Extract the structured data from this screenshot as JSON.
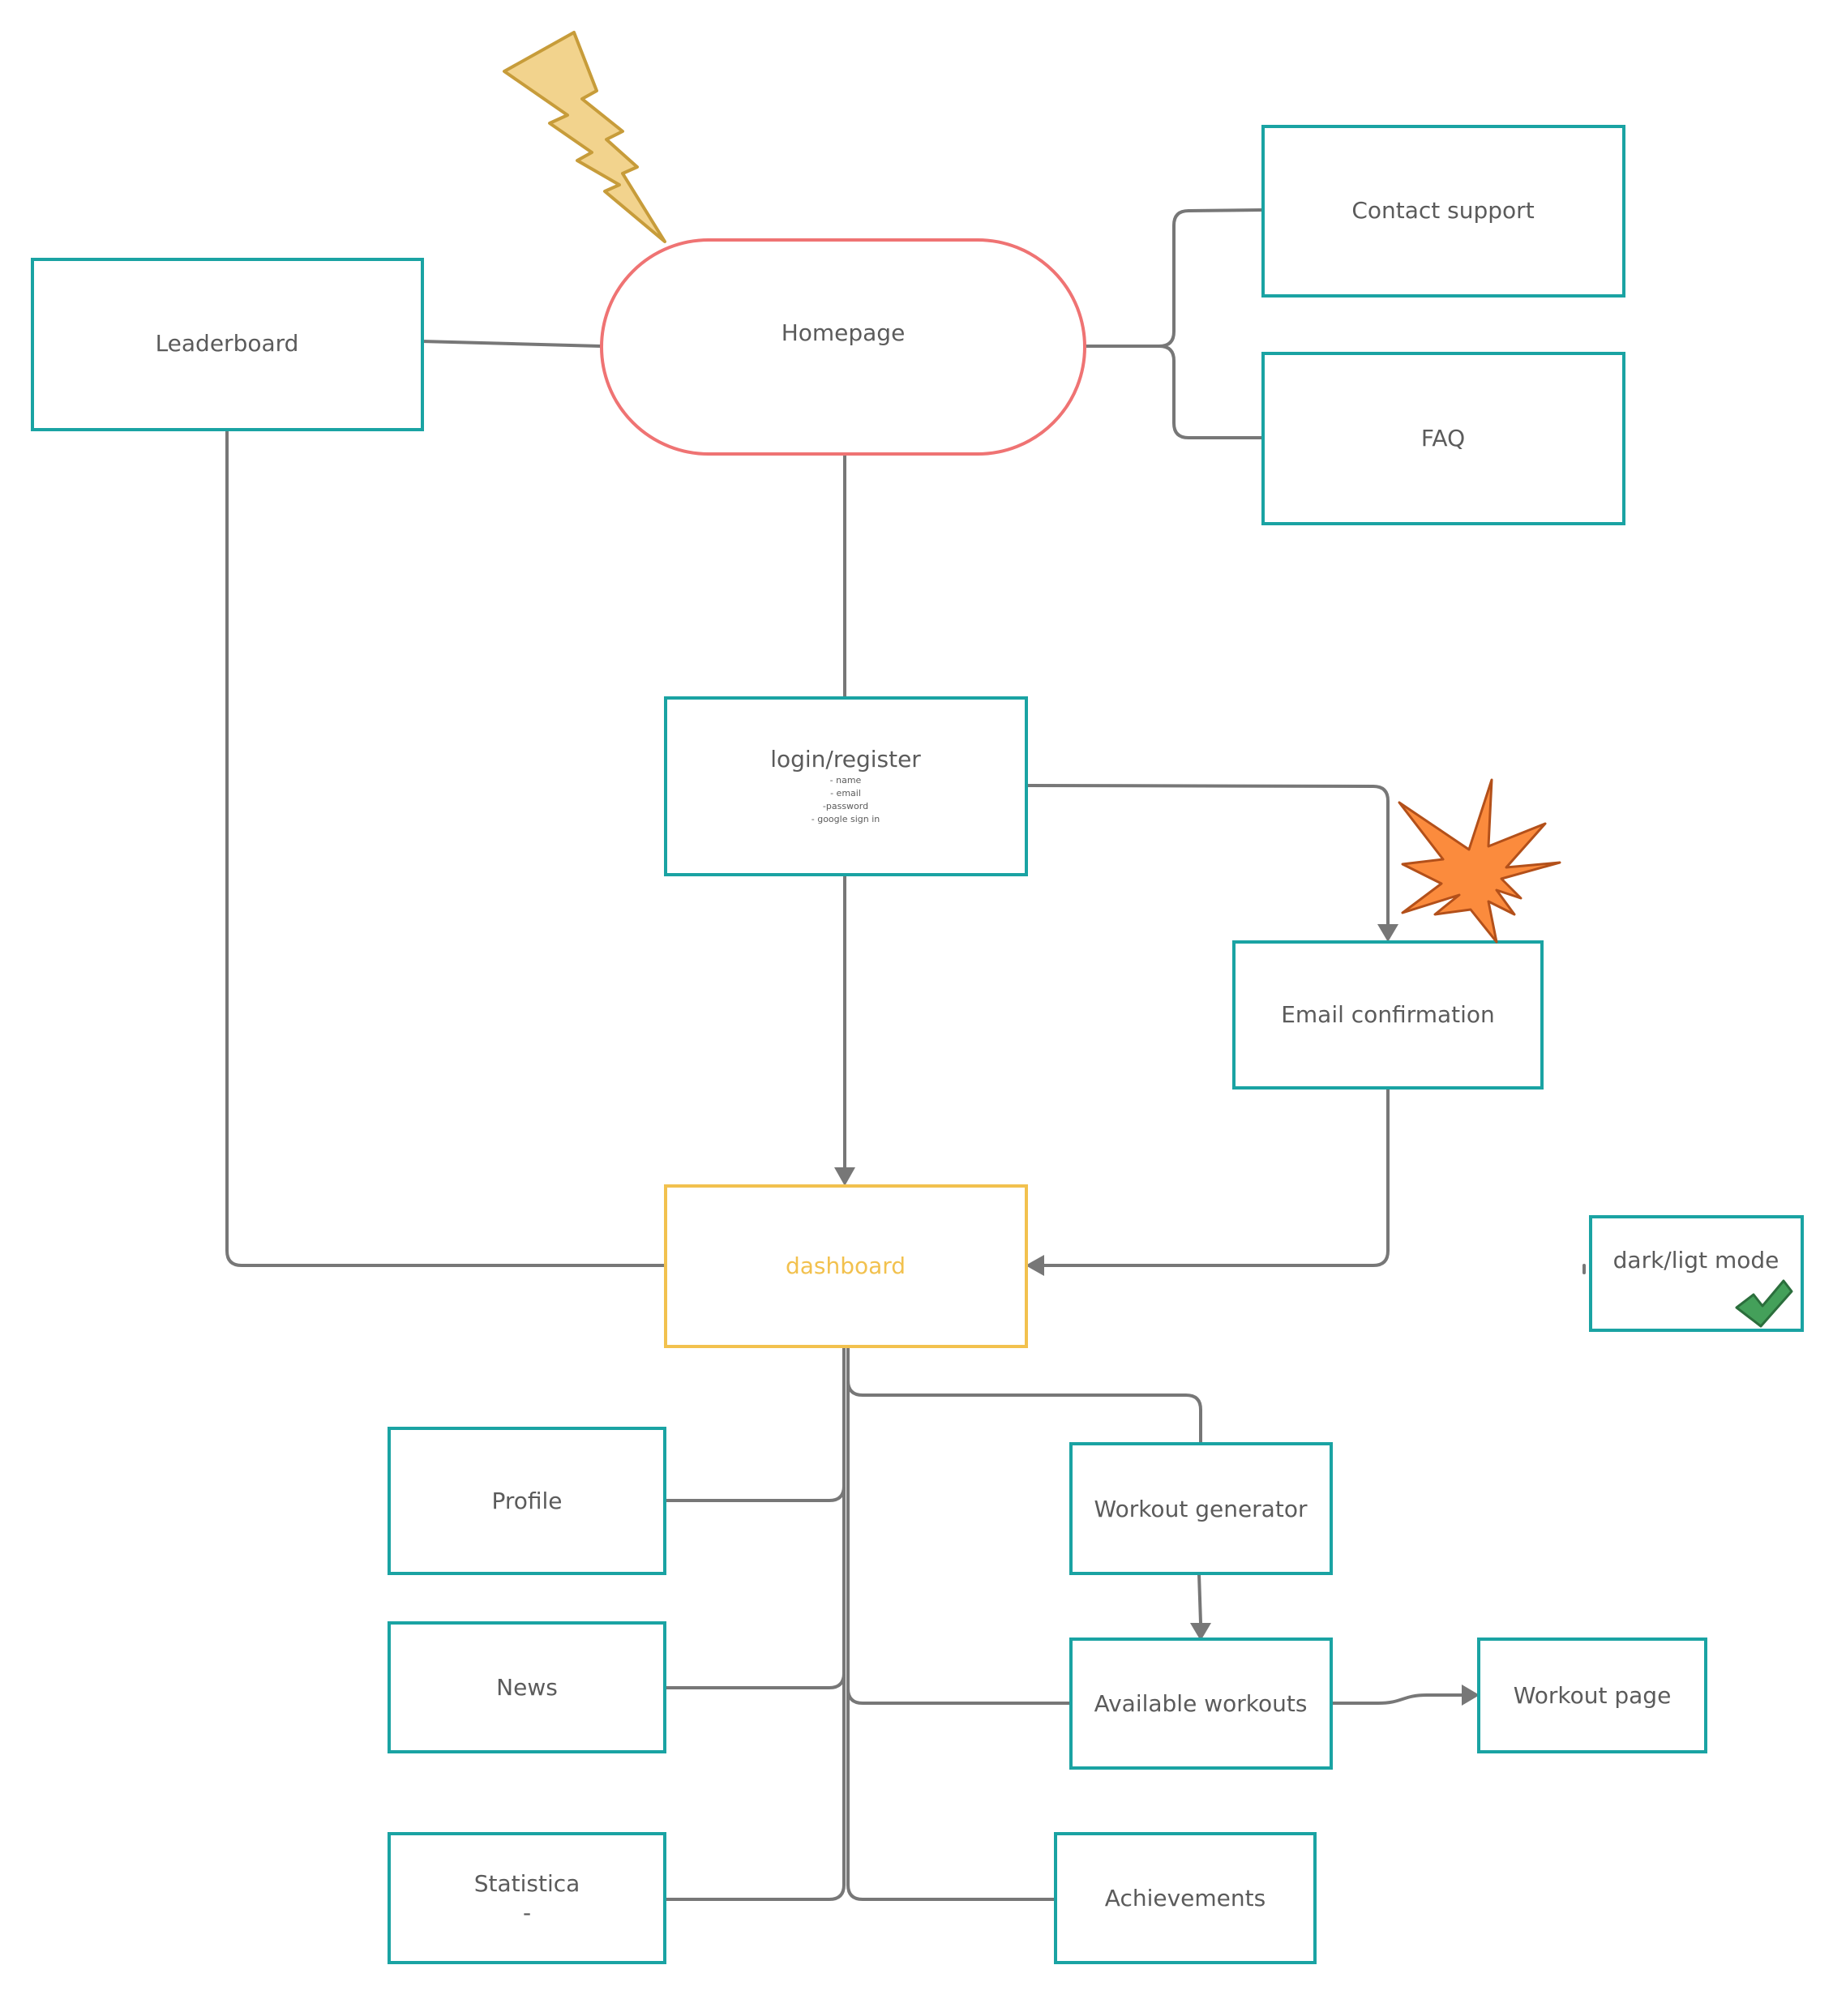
{
  "colors": {
    "box_border": "#1aa3a3",
    "home_border": "#ef7373",
    "dashboard_border": "#f2c14e",
    "dashboard_text": "#f2c14e",
    "edge": "#777777",
    "text": "#5b5b5b",
    "bolt_fill": "#f2d38d",
    "bolt_stroke": "#c79c3a",
    "burst_fill": "#fb8b3d",
    "burst_stroke": "#b3501a",
    "check_fill": "#44a05a",
    "check_stroke": "#2b6e3c"
  },
  "nodes": {
    "homepage": "Homepage",
    "leaderboard": "Leaderboard",
    "contact_support": "Contact support",
    "faq": "FAQ",
    "login_register": {
      "title": "login/register",
      "details": [
        "- name",
        "- email",
        "-password",
        "- google sign in"
      ]
    },
    "email_confirmation": "Email confirmation",
    "dashboard": "dashboard",
    "dark_light_mode": "dark/ligt mode",
    "profile": "Profile",
    "news": "News",
    "statistica": {
      "title": "Statistica",
      "sub": "-"
    },
    "workout_generator": "Workout generator",
    "available_workouts": "Available workouts",
    "workout_page": "Workout page",
    "achievements": "Achievements"
  },
  "decorations": {
    "lightning": "lightning-bolt-icon",
    "burst": "explosion-burst-icon",
    "check": "checkmark-icon"
  }
}
